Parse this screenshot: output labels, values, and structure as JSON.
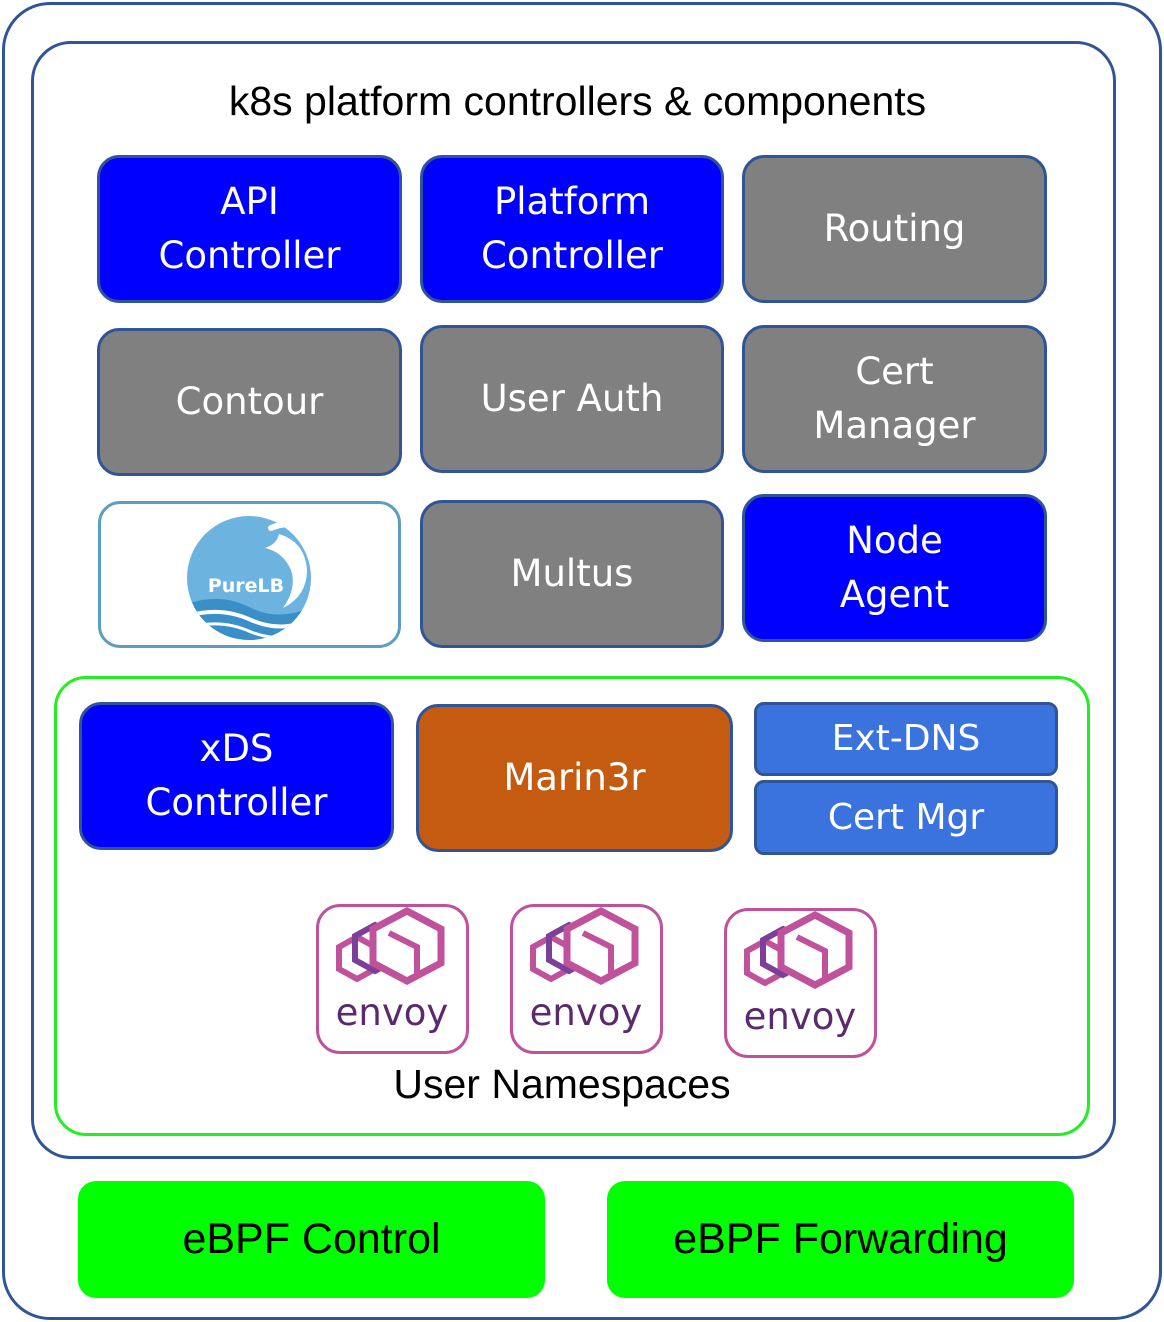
{
  "title": "k8s platform controllers & components",
  "components": {
    "api_controller": "API\nController",
    "platform_controller": "Platform\nController",
    "routing": "Routing",
    "contour": "Contour",
    "user_auth": "User Auth",
    "cert_manager": "Cert\nManager",
    "purelb_logo_text": "PureLB",
    "multus": "Multus",
    "node_agent": "Node\nAgent"
  },
  "user_namespaces": {
    "label": "User Namespaces",
    "xds_controller": "xDS\nController",
    "marin3r": "Marin3r",
    "ext_dns": "Ext-DNS",
    "cert_mgr": "Cert Mgr",
    "envoy_logo_text": "envoy"
  },
  "ebpf": {
    "control": "eBPF Control",
    "forwarding": "eBPF Forwarding"
  },
  "colors": {
    "border_blue": "#2f5597",
    "controller_blue": "#0000ff",
    "component_grey": "#808080",
    "marin3r_orange": "#c55a11",
    "dns_blue": "#3a72de",
    "namespace_green": "#22ee22",
    "ebpf_green": "#00ff00",
    "envoy_magenta": "#c0519b",
    "envoy_purple": "#5b2a6e",
    "purelb_blue": "#6cb4df"
  },
  "icons": {
    "purelb": "purelb-wave-logo",
    "envoy": "envoy-hexagon-logo"
  }
}
